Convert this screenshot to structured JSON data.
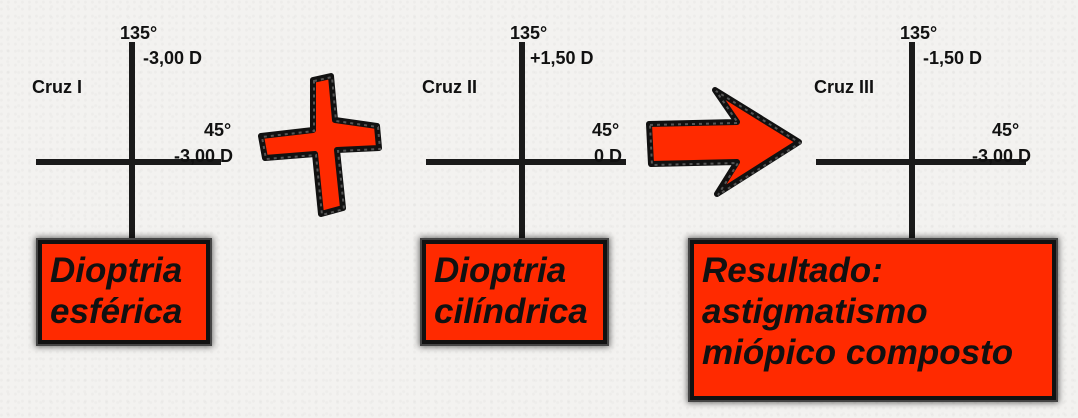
{
  "colors": {
    "accent": "#ff2a00",
    "line": "#1a1a1a",
    "background": "#f3f2f0"
  },
  "crosses": [
    {
      "name": "Cruz I",
      "top_angle": "135°",
      "top_value": "-3,00 D",
      "right_angle": "45°",
      "right_value": "-3,00 D"
    },
    {
      "name": "Cruz II",
      "top_angle": "135°",
      "top_value": "+1,50 D",
      "right_angle": "45°",
      "right_value": "0 D"
    },
    {
      "name": "Cruz III",
      "top_angle": "135°",
      "top_value": "-1,50 D",
      "right_angle": "45°",
      "right_value": "-3,00 D"
    }
  ],
  "boxes": [
    {
      "lines": [
        "Dioptria",
        "esférica"
      ]
    },
    {
      "lines": [
        "Dioptria",
        "cilíndrica"
      ]
    },
    {
      "lines": [
        "Resultado:",
        "astigmatismo",
        "miópico composto"
      ]
    }
  ],
  "symbols": {
    "plus": "plus-icon",
    "arrow": "arrow-right-icon"
  }
}
